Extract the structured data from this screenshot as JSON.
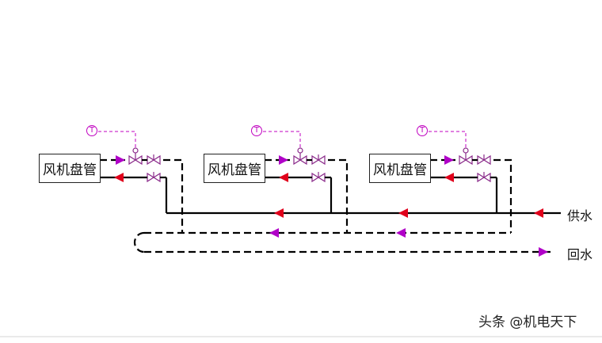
{
  "units": [
    {
      "label": "风机盘管",
      "sensor": "T"
    },
    {
      "label": "风机盘管",
      "sensor": "T"
    },
    {
      "label": "风机盘管",
      "sensor": "T"
    }
  ],
  "labels": {
    "supply": "供水",
    "return": "回水"
  },
  "watermark": "头条 @机电天下",
  "colors": {
    "supply_arrow": "#e0001b",
    "return_arrow": "#b000c8",
    "control_line": "#c000c0",
    "pipe": "#000000"
  }
}
